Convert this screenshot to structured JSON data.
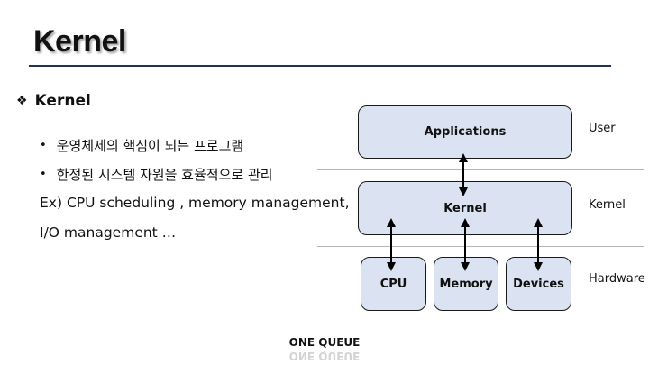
{
  "slide": {
    "title": "Kernel",
    "section_heading": "Kernel",
    "section_marker": "❖",
    "bullets": [
      "운영체제의 핵심이 되는 프로그램",
      "한정된 시스템 자원을 효율적으로 관리"
    ],
    "example_line_1": "Ex) CPU scheduling , memory management,",
    "example_line_2": "I/O management …"
  },
  "diagram": {
    "applications": "Applications",
    "kernel": "Kernel",
    "cpu": "CPU",
    "memory": "Memory",
    "devices": "Devices",
    "layer_user": "User",
    "layer_kernel": "Kernel",
    "layer_hardware": "Hardware"
  },
  "footer": {
    "text": "ONE QUEUE"
  },
  "colors": {
    "box_fill": "#dbe3f2",
    "rule": "#1f3350"
  }
}
